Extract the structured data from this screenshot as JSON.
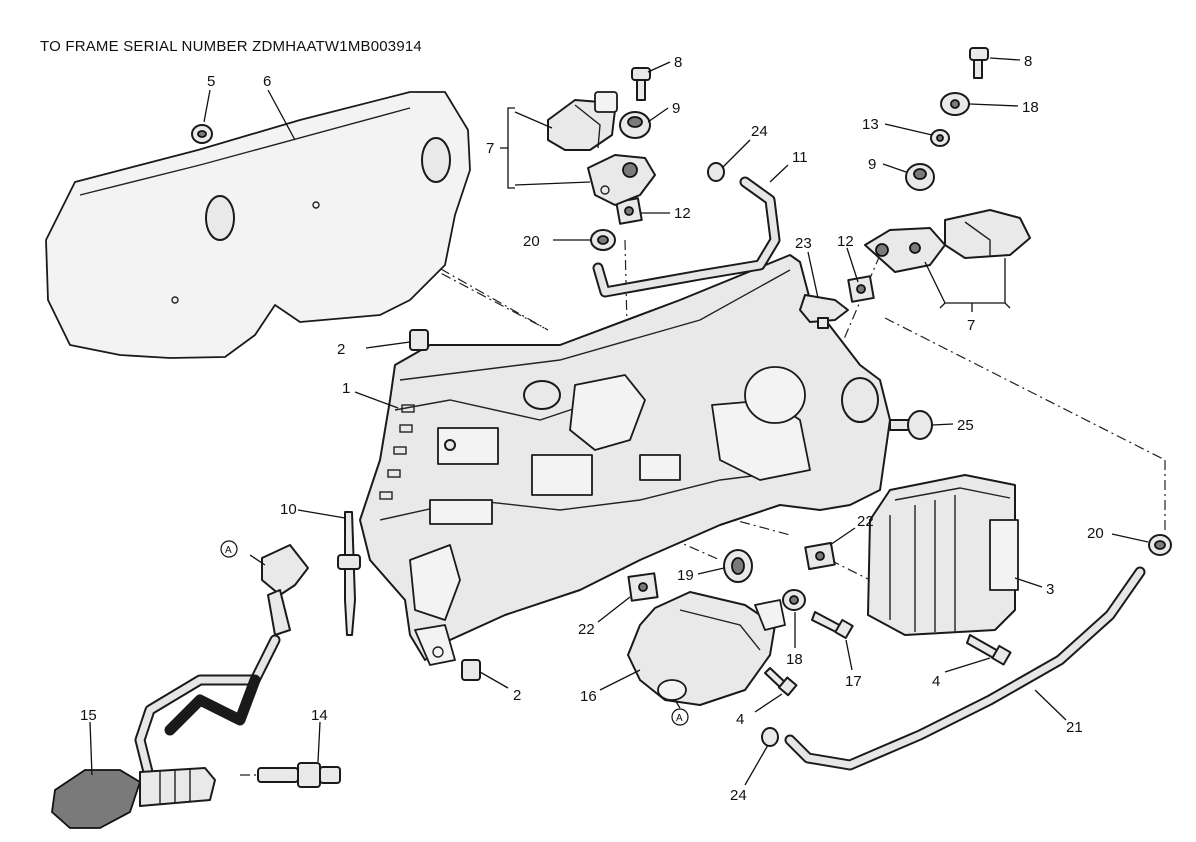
{
  "header": {
    "text": "TO FRAME SERIAL NUMBER ZDMHAATW1MB003914"
  },
  "callouts": {
    "c1": "1",
    "c2a": "2",
    "c2b": "2",
    "c3": "3",
    "c4a": "4",
    "c4b": "4",
    "c5": "5",
    "c6": "6",
    "c7a": "7",
    "c7b": "7",
    "c8a": "8",
    "c8b": "8",
    "c9a": "9",
    "c9b": "9",
    "c10": "10",
    "c11": "11",
    "c12a": "12",
    "c12b": "12",
    "c13": "13",
    "c14": "14",
    "c15": "15",
    "c16": "16",
    "c17": "17",
    "c18a": "18",
    "c18b": "18",
    "c19": "19",
    "c20a": "20",
    "c20b": "20",
    "c21": "21",
    "c22a": "22",
    "c22b": "22",
    "c23": "23",
    "c24a": "24",
    "c24b": "24",
    "c25": "25"
  },
  "markers": {
    "ma": "A",
    "mb": "A"
  }
}
